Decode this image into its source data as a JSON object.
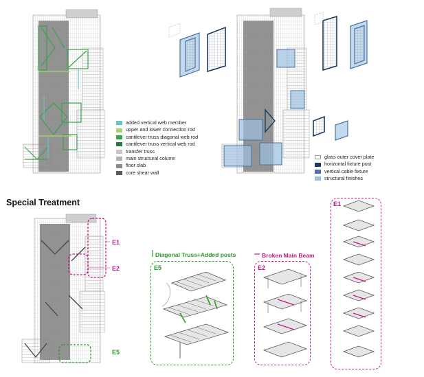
{
  "legend_left": [
    {
      "label": "added vertical web member",
      "color": "#62c6c4"
    },
    {
      "label": "upper and lower connection rod",
      "color": "#a6d36c"
    },
    {
      "label": "cantilever truss diagonal web rod",
      "color": "#3aa34a"
    },
    {
      "label": "cantilever truss vertical web rod",
      "color": "#1f7a48"
    },
    {
      "label": "transfer truss",
      "color": "#c4c4c4"
    },
    {
      "label": "main structural column",
      "color": "#b0b0b0"
    },
    {
      "label": "floor slab",
      "color": "#8a8a8a"
    },
    {
      "label": "core shear wall",
      "color": "#5a5a5a"
    }
  ],
  "legend_right": [
    {
      "label": "glass outer cover plate",
      "color": "#ffffff"
    },
    {
      "label": "horizontal fixture post",
      "color": "#1d3a5e"
    },
    {
      "label": "vertical cable fixture",
      "color": "#4a73a6"
    },
    {
      "label": "structural finishes",
      "color": "#9cc0e0"
    }
  ],
  "section_title": "Special Treatment",
  "tags": {
    "e1": "E1",
    "e2": "E2",
    "e5": "E5"
  },
  "detail_headers": {
    "diagonal": "Diagonal Truss+Added posts",
    "broken": "Broken Main Beam"
  },
  "colors": {
    "magenta": "#c3188a",
    "green": "#2a9a2a"
  }
}
